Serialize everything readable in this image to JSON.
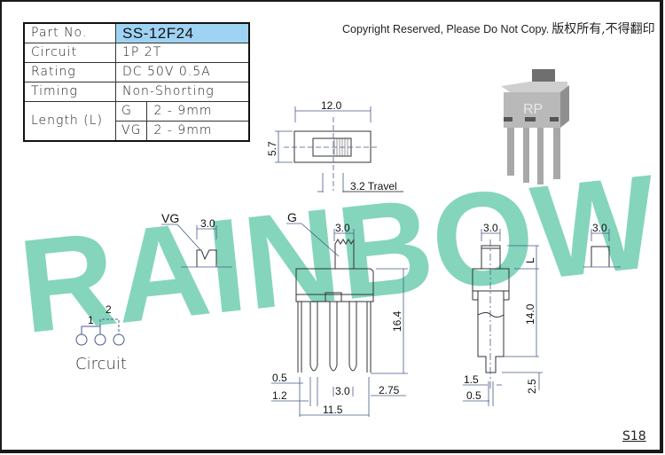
{
  "spec_table": {
    "part_no": {
      "label": "Part No.",
      "value": "SS-12F24"
    },
    "circuit": {
      "label": "Circuit",
      "value": "1P 2T"
    },
    "rating": {
      "label": "Rating",
      "value": "DC 50V 0.5A"
    },
    "timing": {
      "label": "Timing",
      "value": "Non-Shorting"
    },
    "length": {
      "label": "Length (L)",
      "rows": [
        {
          "type": "G",
          "value": "2 - 9mm"
        },
        {
          "type": "VG",
          "value": "2 - 9mm"
        }
      ]
    }
  },
  "copyright": {
    "en": "Copyright Reserved, Please Do Not Copy.",
    "cn": "版权所有,不得翻印"
  },
  "watermark": "RAINBOW",
  "top_view": {
    "width_dim": "12.0",
    "height_dim": "5.7",
    "travel_label": "3.2 Travel"
  },
  "vg_detail": {
    "label": "VG",
    "dim": "3.0"
  },
  "front_view": {
    "g_label": "G",
    "actuator_dim": "3.0",
    "height_dim": "16.4",
    "pin_thickness": "0.5",
    "pin_width": "1.2",
    "pin_pitch": "3.0",
    "edge_offset": "2.75",
    "total_span": "11.5"
  },
  "side_view": {
    "actuator_dim": "3.0",
    "length_label": "L",
    "body_height": "14.0",
    "pin_length": "2.5",
    "pin_width": "1.5",
    "pin_thickness": "0.5"
  },
  "g_detail": {
    "dim": "3.0"
  },
  "circuit_diagram": {
    "pin1": "1",
    "pin2": "2",
    "label": "Circuit"
  },
  "product_photo": {
    "marking": "RP"
  },
  "page_number": "S18",
  "colors": {
    "watermark": "#6fceb0",
    "part_highlight": "#9fd3f4",
    "dim_line": "#4a5a8a"
  }
}
